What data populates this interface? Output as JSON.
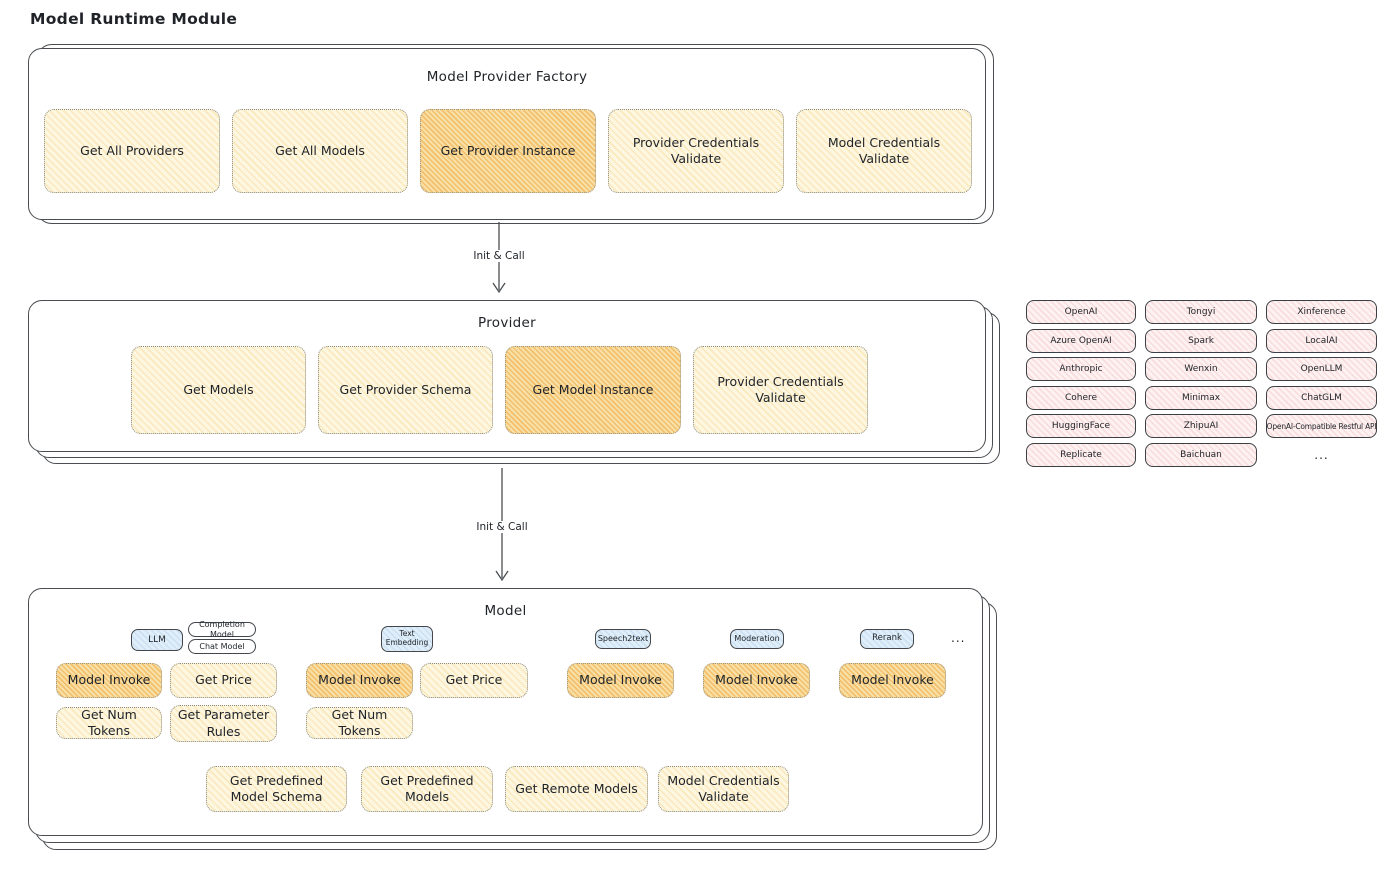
{
  "title": "Model Runtime Module",
  "colors": {
    "yellow_fill": "#fdf6e0",
    "orange_fill": "#f8dfa4",
    "pink_fill": "#fdf1f1",
    "blue_fill": "#e0eef9",
    "stroke_dark": "#43474b"
  },
  "factory": {
    "title": "Model Provider Factory",
    "boxes": [
      {
        "label": "Get All Providers"
      },
      {
        "label": "Get All Models"
      },
      {
        "label": "Get Provider Instance"
      },
      {
        "label": "Provider Credentials Validate"
      },
      {
        "label": "Model Credentials Validate"
      }
    ]
  },
  "arrow1": {
    "label": "Init & Call"
  },
  "arrow2": {
    "label": "Init & Call"
  },
  "provider": {
    "title": "Provider",
    "boxes": [
      {
        "label": "Get Models"
      },
      {
        "label": "Get Provider Schema"
      },
      {
        "label": "Get Model Instance"
      },
      {
        "label": "Provider Credentials Validate"
      }
    ]
  },
  "providers_grid": {
    "items": [
      "OpenAI",
      "Tongyi",
      "Xinference",
      "Azure OpenAI",
      "Spark",
      "LocalAI",
      "Anthropic",
      "Wenxin",
      "OpenLLM",
      "Cohere",
      "Minimax",
      "ChatGLM",
      "HuggingFace",
      "ZhipuAI",
      "OpenAI-Compatible Restful API",
      "Replicate",
      "Baichuan"
    ],
    "more_label": "..."
  },
  "model": {
    "title": "Model",
    "tags": {
      "llm": "LLM",
      "completion_model": "Completion Model",
      "chat_model": "Chat Model",
      "text_embedding": "Text Embedding",
      "speech2text": "Speech2text",
      "moderation": "Moderation",
      "rerank": "Rerank",
      "more": "..."
    },
    "llm_group": {
      "invoke": "Model Invoke",
      "price": "Get Price",
      "tokens": "Get Num Tokens",
      "rules": "Get Parameter Rules"
    },
    "embedding_group": {
      "invoke": "Model Invoke",
      "price": "Get Price",
      "tokens": "Get Num Tokens"
    },
    "speech2text_group": {
      "invoke": "Model Invoke"
    },
    "moderation_group": {
      "invoke": "Model Invoke"
    },
    "rerank_group": {
      "invoke": "Model Invoke"
    },
    "shared": [
      "Get Predefined Model Schema",
      "Get Predefined Models",
      "Get Remote Models",
      "Model Credentials Validate"
    ]
  }
}
